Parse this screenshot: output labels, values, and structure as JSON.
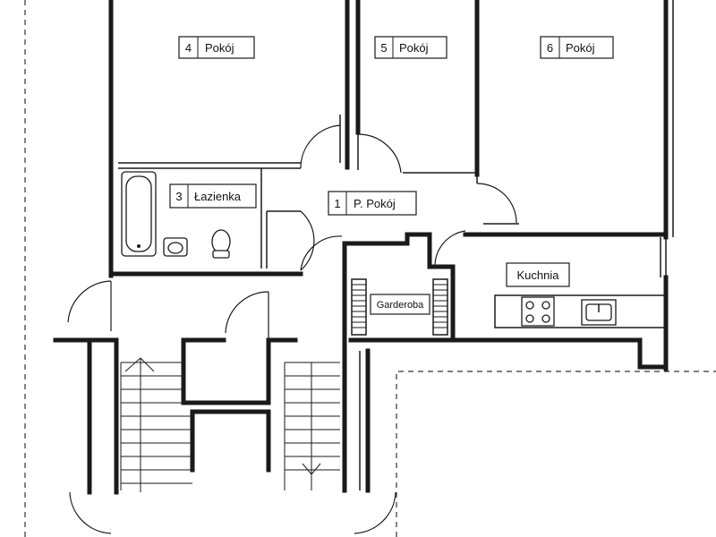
{
  "rooms": [
    {
      "number": "4",
      "name": "Pokój"
    },
    {
      "number": "5",
      "name": "Pokój"
    },
    {
      "number": "6",
      "name": "Pokój"
    },
    {
      "number": "3",
      "name": "Łazienka"
    },
    {
      "number": "1",
      "name": "P. Pokój"
    }
  ],
  "unnumbered_rooms": [
    {
      "name": "Kuchnia"
    },
    {
      "name": "Garderoba"
    }
  ]
}
